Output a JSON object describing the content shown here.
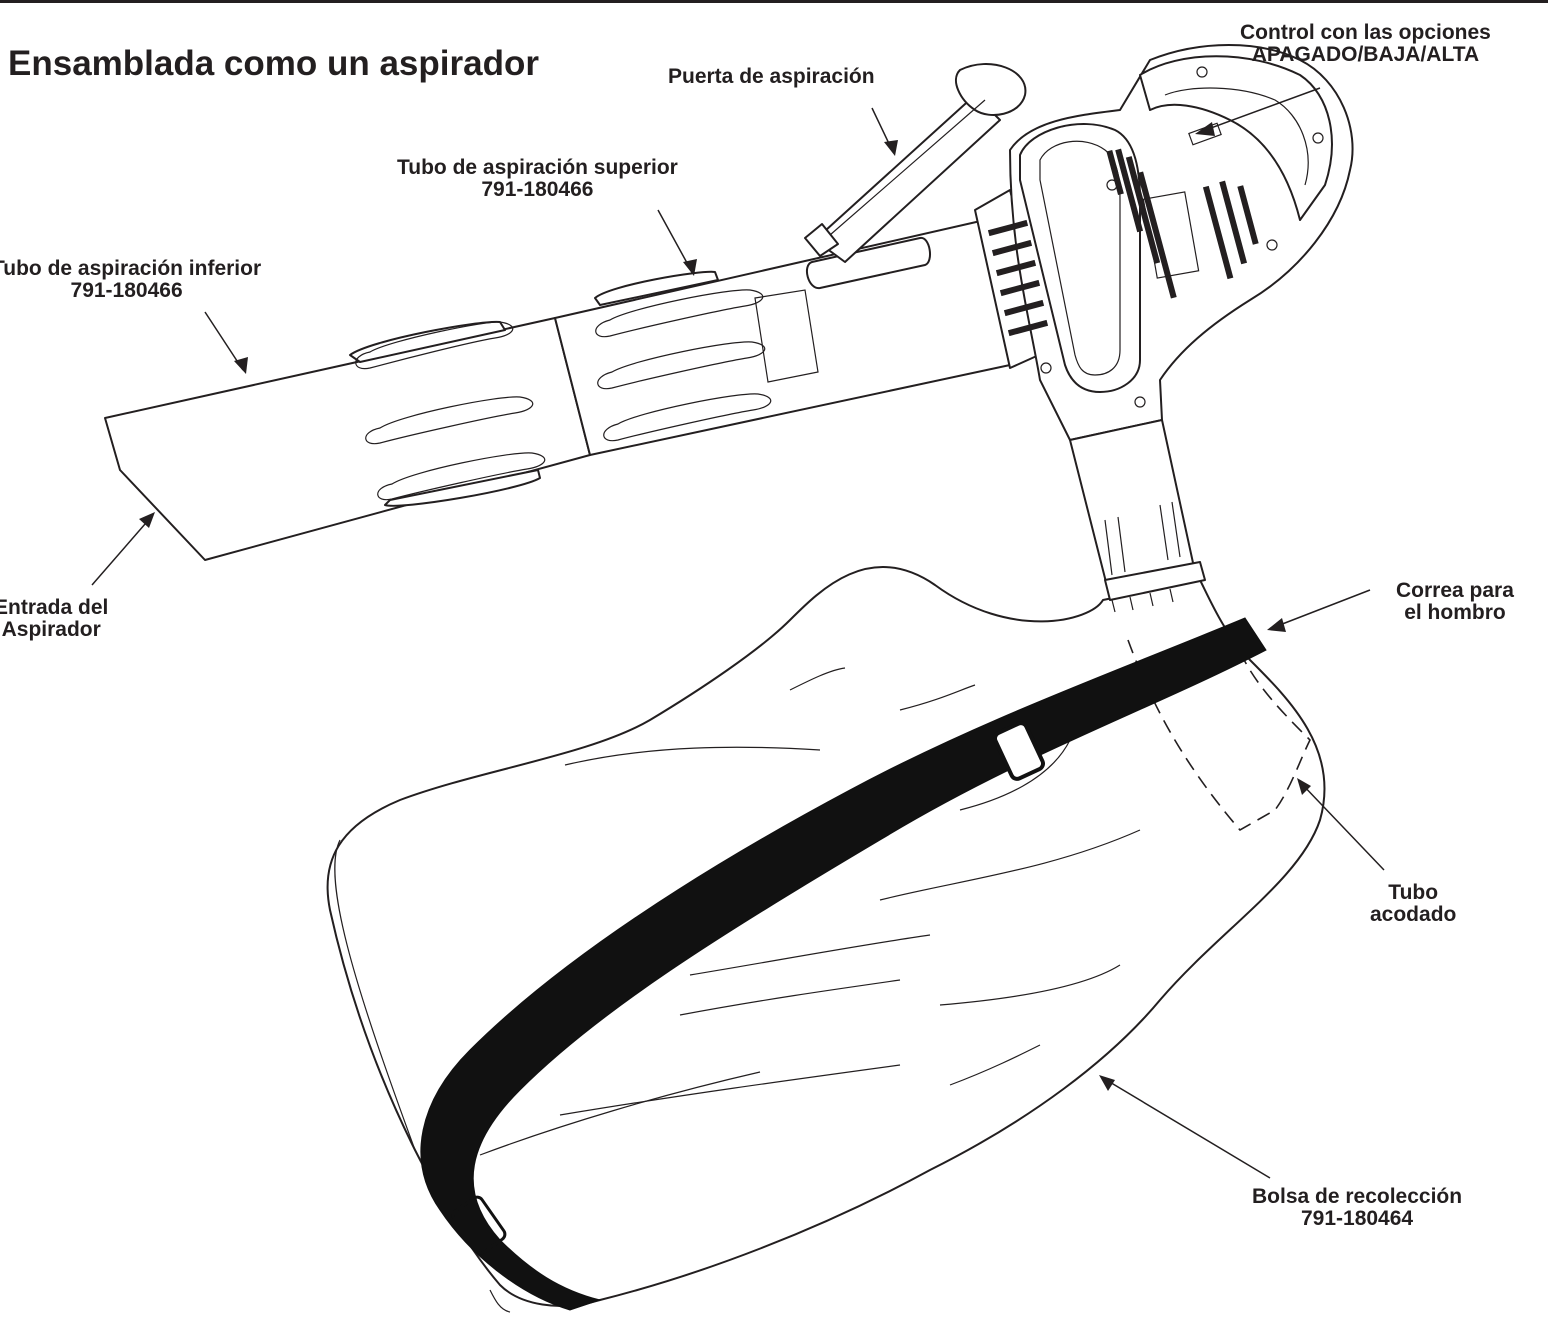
{
  "title": "Ensamblada como un aspirador",
  "labels": {
    "control": {
      "line1": "Control con las opciones",
      "line2": "APAGADO/BAJA/ALTA"
    },
    "puerta": {
      "line1": "Puerta de aspiración"
    },
    "tubo_superior": {
      "line1": "Tubo de aspiración superior",
      "line2": "791-180466"
    },
    "tubo_inferior": {
      "line1": "Tubo de aspiración inferior",
      "line2": "791-180466"
    },
    "entrada": {
      "line1": "Entrada del",
      "line2": "Aspirador"
    },
    "correa": {
      "line1": "Correa para",
      "line2": "el hombro"
    },
    "tubo_acodado": {
      "line1": "Tubo",
      "line2": "acodado"
    },
    "bolsa": {
      "line1": "Bolsa de recolección",
      "line2": "791-180464"
    }
  }
}
